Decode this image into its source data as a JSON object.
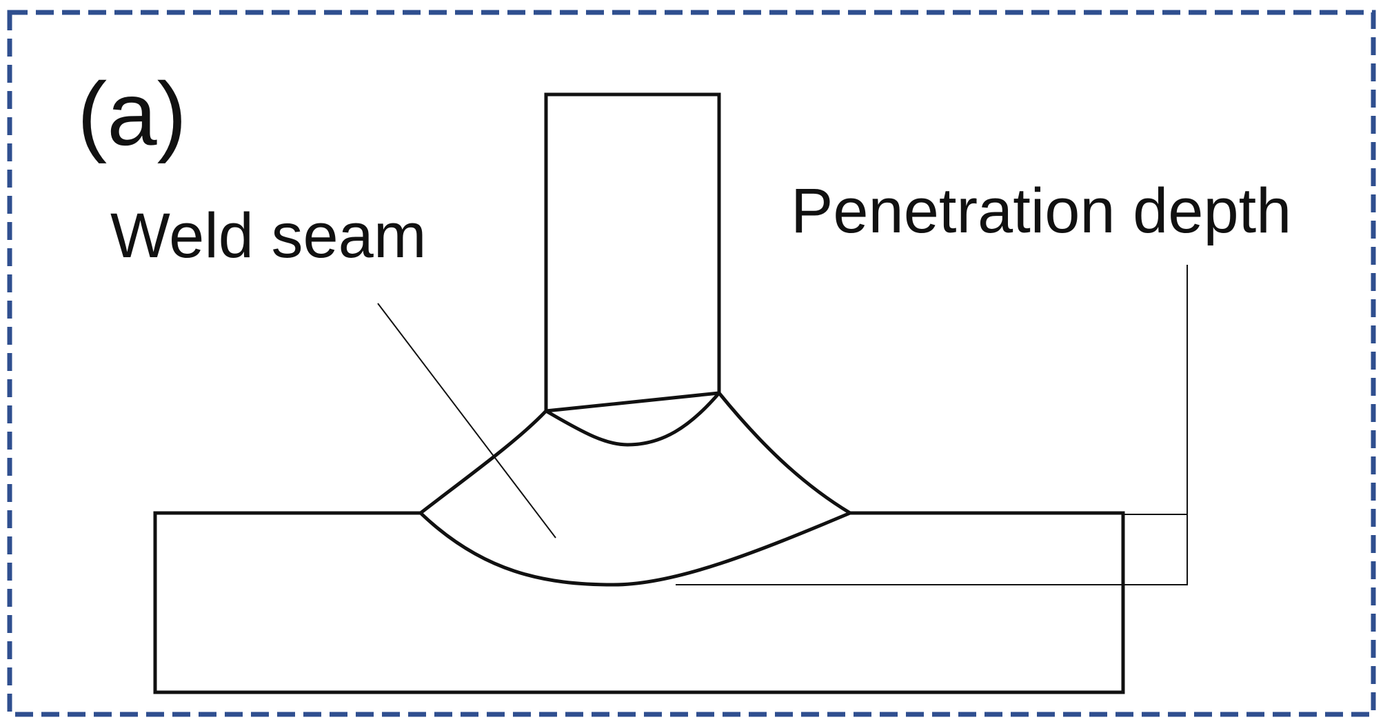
{
  "figure": {
    "panel_label": "(a)",
    "weld_seam_label": "Weld seam",
    "penetration_depth_label": "Penetration depth"
  },
  "colors": {
    "frame_border": "#2f4f8f",
    "line": "#111111",
    "background": "#ffffff"
  }
}
